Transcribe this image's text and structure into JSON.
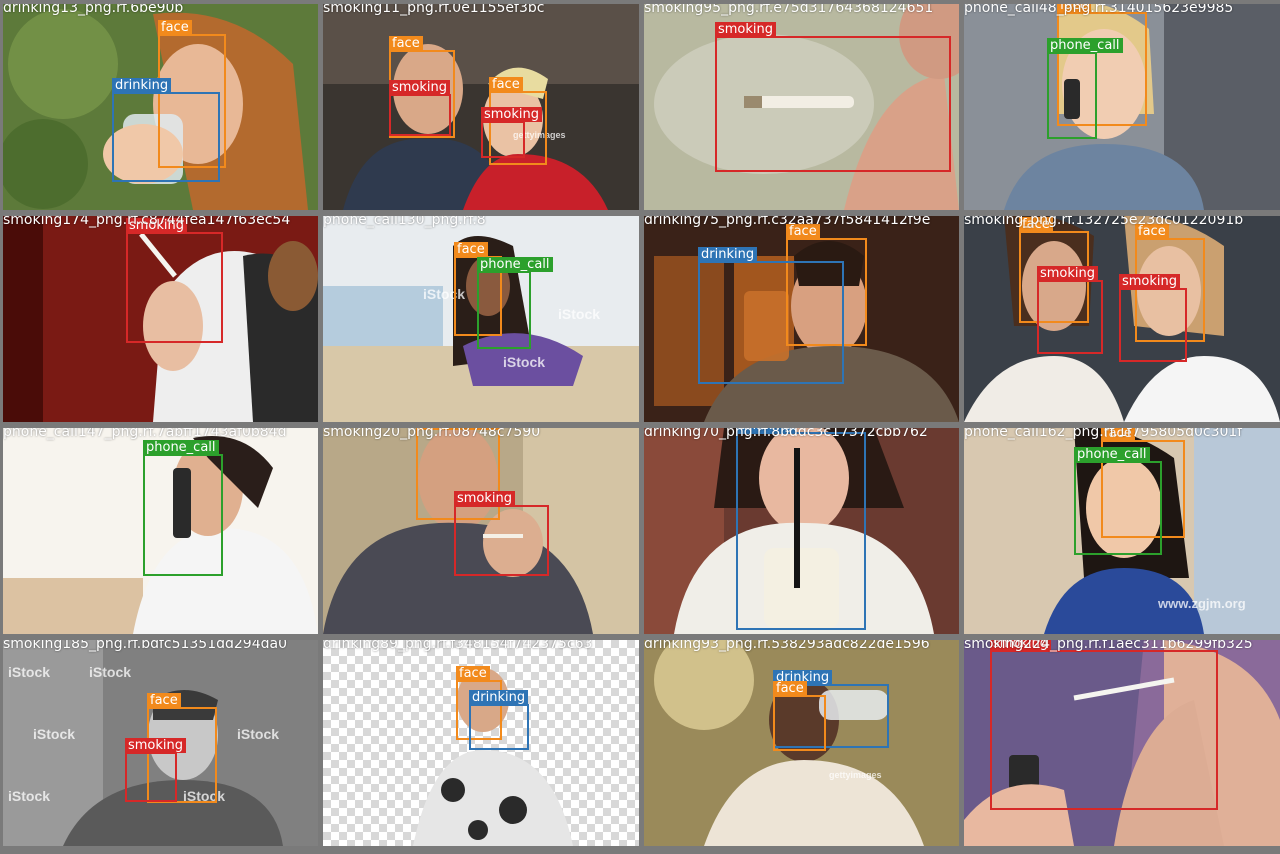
{
  "labels": {
    "face": "face",
    "drinking": "drinking",
    "smoking": "smoking",
    "phone_call": "phone_call"
  },
  "colors": {
    "face": "#f28a1c",
    "drinking": "#2e74b5",
    "smoking": "#d62828",
    "phone_call": "#2ca02c",
    "grid_background": "#7a7a7a"
  },
  "tiles": [
    {
      "filename": "drinking13_png.rf.6be90b"
    },
    {
      "filename": "smoking11_png.rf.0e1155ef3bc"
    },
    {
      "filename": "smoking95_png.rf.e75d31764368124651"
    },
    {
      "filename": "phone_call48_png.rf.314015623e9985"
    },
    {
      "filename": "smoking174_png.rf.c8744fea147f63ec54"
    },
    {
      "filename": "phone_call130_png.rf.8"
    },
    {
      "filename": "drinking75_png.rf.c32aa737f5841412f9e"
    },
    {
      "filename": "smoking_png.rf.132725e23dc0122091b"
    },
    {
      "filename": "phone_call147_png.rf.7abff1743af0b84d"
    },
    {
      "filename": "smoking20_png.rf.08748c7590"
    },
    {
      "filename": "drinking70_png.rf.8bddc3c17372cbb762"
    },
    {
      "filename": "phone_call162_png.rf.1f795805d0c301f"
    },
    {
      "filename": "smoking185_png.rf.bdfc51351dd294da0"
    },
    {
      "filename": "drinking89_png.rf.f348154f742375c63"
    },
    {
      "filename": "drinking93_png.rf.538293adc822de1596"
    },
    {
      "filename": "smoking224_png.rf.f1aec311b6299fb325"
    }
  ],
  "watermarks": {
    "getty": "gettyimages",
    "istock": "iStock",
    "zgjm": "www.zgjm.org"
  }
}
